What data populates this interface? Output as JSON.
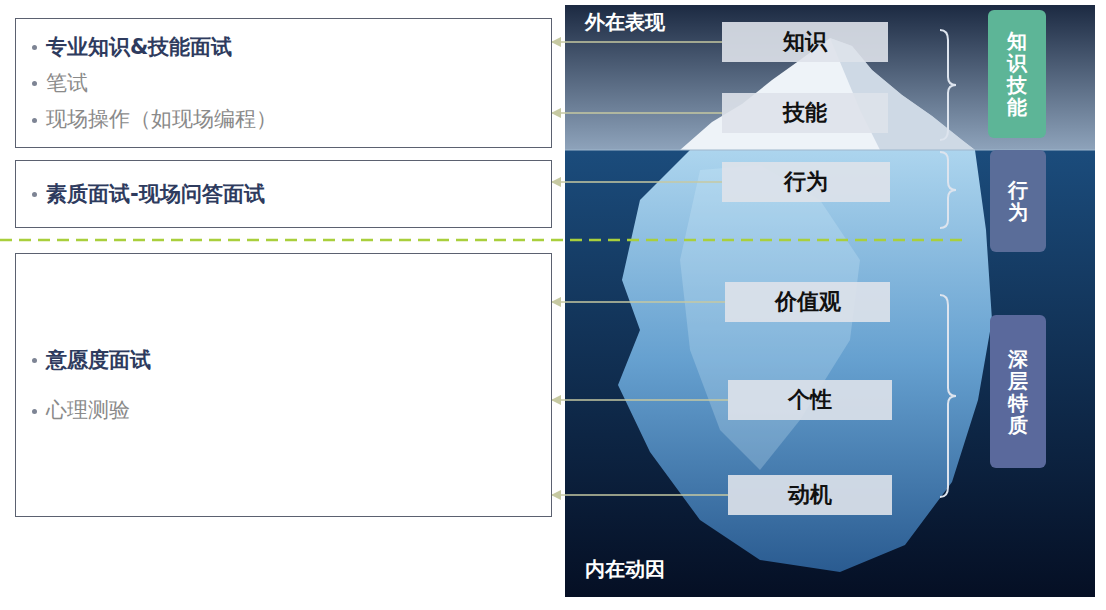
{
  "diagram": {
    "nodes": [
      {
        "text": [
          "专业知识&技能面试",
          "笔试",
          "现场操作（如现场编程）"
        ]
      },
      {
        "text": [
          "素质面试-现场问答面试"
        ]
      },
      {
        "text": [
          "意愿度面试",
          "心理测验"
        ]
      },
      {
        "text": [
          "知识"
        ]
      },
      {
        "text": [
          "技能"
        ]
      },
      {
        "text": [
          "行为"
        ]
      },
      {
        "text": [
          "价值观"
        ]
      },
      {
        "text": [
          "个性"
        ]
      },
      {
        "text": [
          "动机"
        ]
      },
      {
        "text": [
          "知识技能"
        ]
      },
      {
        "text": [
          "行为"
        ]
      },
      {
        "text": [
          "深层特质"
        ]
      }
    ],
    "edges": [
      {
        "from": 3,
        "to": 0,
        "arrow": "to"
      },
      {
        "from": 4,
        "to": 0,
        "arrow": "to"
      },
      {
        "from": 5,
        "to": 1,
        "arrow": "to"
      },
      {
        "from": 6,
        "to": 2,
        "arrow": "to"
      },
      {
        "from": 7,
        "to": 2,
        "arrow": "to"
      },
      {
        "from": 8,
        "to": 2,
        "arrow": "to"
      }
    ],
    "labels": [
      "外在表现",
      "内在动因"
    ]
  }
}
